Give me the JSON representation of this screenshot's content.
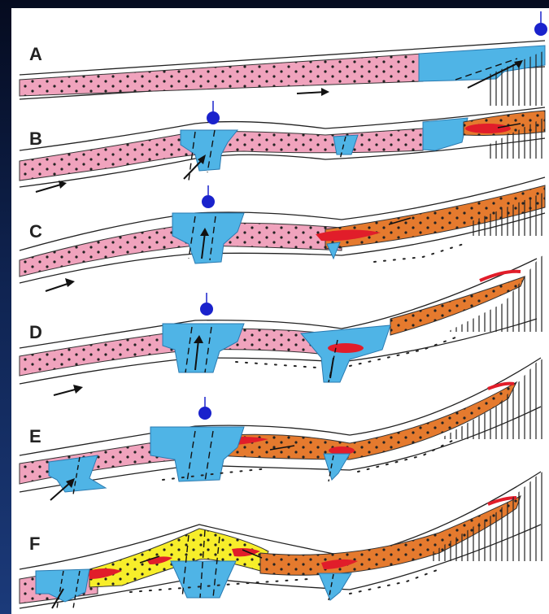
{
  "panels": [
    {
      "label": "A"
    },
    {
      "label": "B"
    },
    {
      "label": "C"
    },
    {
      "label": "D"
    },
    {
      "label": "E"
    },
    {
      "label": "F"
    }
  ],
  "colors": {
    "pink": "#f0a3bd",
    "blue": "#4fb4e6",
    "orange": "#e57a2e",
    "red": "#e11d2a",
    "yellow": "#f7ee2a",
    "marker": "#1a22cc",
    "line": "#111111"
  }
}
